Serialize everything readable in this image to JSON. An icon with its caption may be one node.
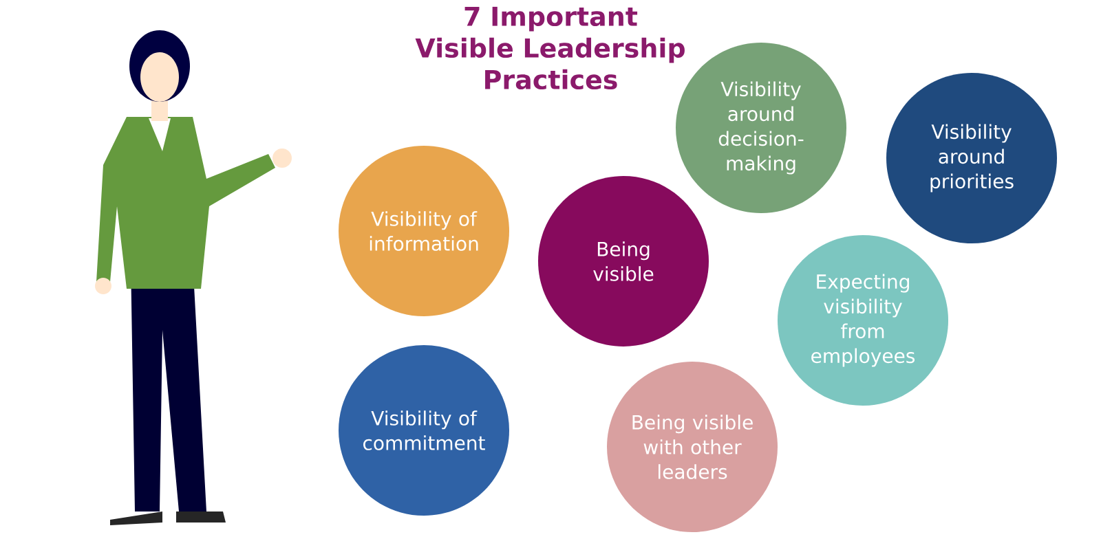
{
  "diagram": {
    "title": "7 Important Visible Leadership Practices",
    "nodes": [
      {
        "text": [
          "Visibility of information"
        ]
      },
      {
        "text": [
          "Being visible"
        ]
      },
      {
        "text": [
          "Visibility around decision-making"
        ]
      },
      {
        "text": [
          "Visibility around priorities"
        ]
      },
      {
        "text": [
          "Expecting visibility from employees"
        ]
      },
      {
        "text": [
          "Visibility of commitment"
        ]
      },
      {
        "text": [
          "Being visible with other leaders"
        ]
      }
    ]
  }
}
